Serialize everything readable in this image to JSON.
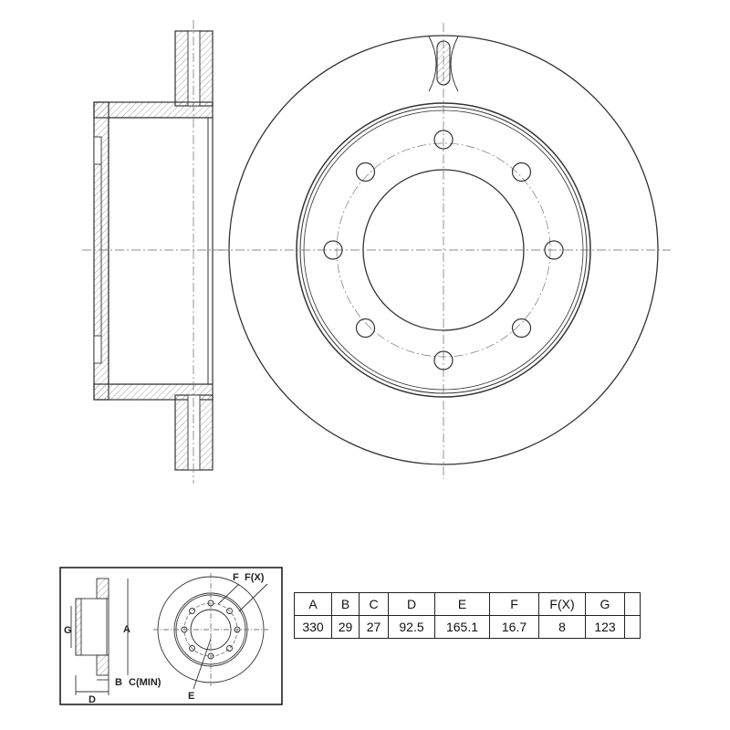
{
  "inset_labels": {
    "A": "A",
    "B": "B",
    "C": "C(MIN)",
    "D": "D",
    "E": "E",
    "F": "F",
    "FX": "F(X)",
    "G": "G"
  },
  "spec_table": {
    "headers": [
      "A",
      "B",
      "C",
      "D",
      "E",
      "F",
      "F(X)",
      "G",
      ""
    ],
    "values": [
      "330",
      "29",
      "27",
      "92.5",
      "165.1",
      "16.7",
      "8",
      "123",
      ""
    ]
  },
  "colors": {
    "line": "#333333",
    "hatch": "#777777",
    "border": "#222222"
  }
}
